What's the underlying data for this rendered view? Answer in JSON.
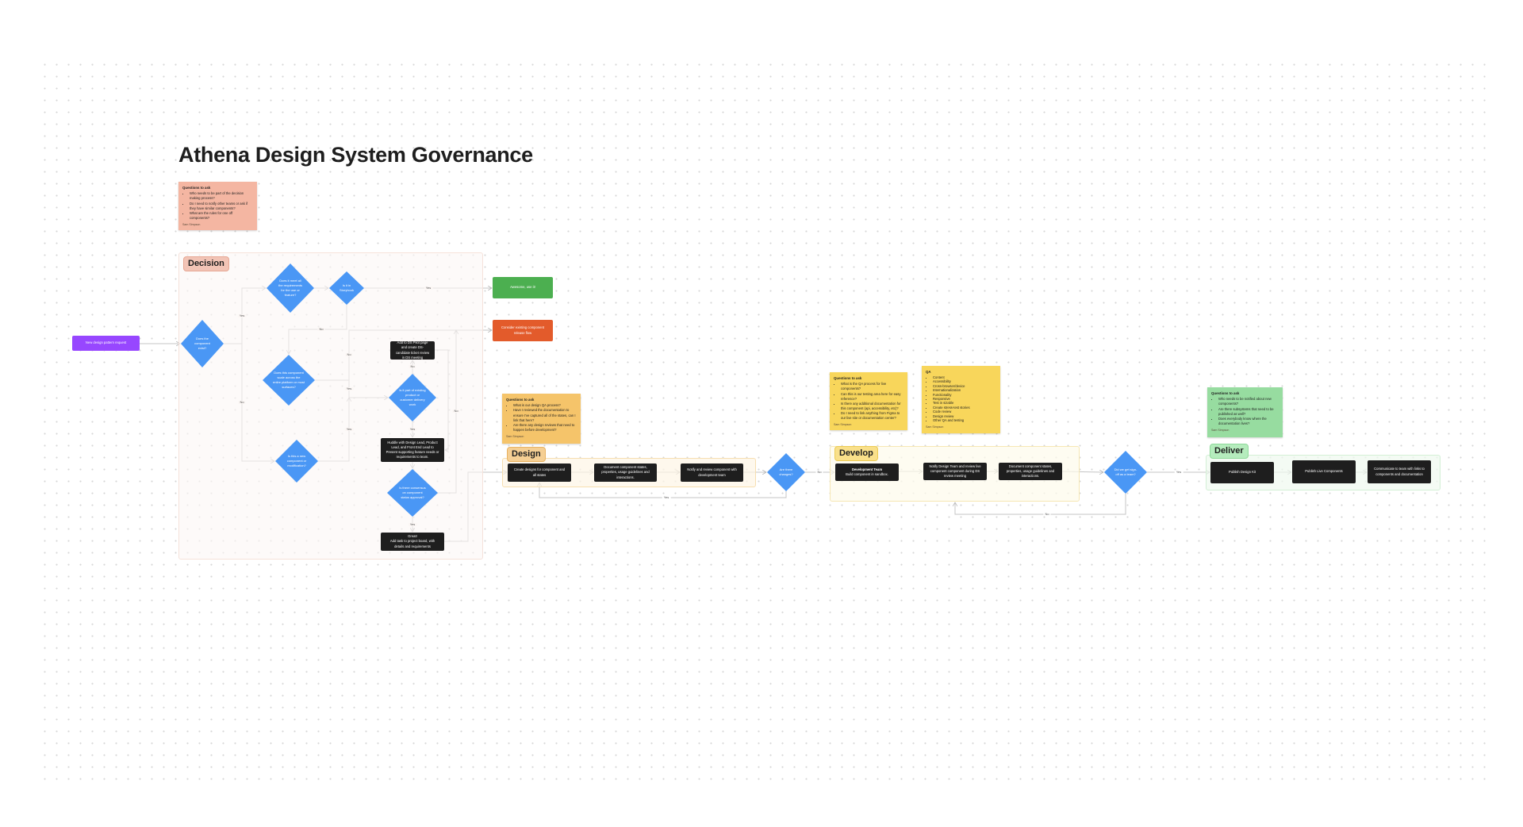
{
  "title": "Athena Design  System Governance",
  "colors": {
    "diamond": "#4a97f5",
    "node": "#1e1e1e",
    "start": "#9747ff",
    "success": "#4caf50",
    "warning": "#e35b2b"
  },
  "edge_labels": {
    "yes": "Yes",
    "no": "No"
  },
  "stickies": [
    {
      "heading": "Questions to ask",
      "items": [
        "Who needs to be part of the decision making process?",
        "Do I need to notify other teams or ask if they have similar components?",
        "What are the rules for one off components?"
      ],
      "author": "Sam Simpson",
      "color": "#f4b6a2"
    },
    {
      "heading": "Questions to ask",
      "items": [
        "What is our design QA process?",
        "Have I reviewed the documentation to ensure I've captured all of the states, can I link that here?",
        "Are there any design reviews that need to happen before development?"
      ],
      "author": "Sam Simpson",
      "color": "#f5c46a"
    },
    {
      "heading": "Questions to ask",
      "items": [
        "What is the QA process for live components?",
        "Can this is our testing area here for easy reference?",
        "Is there any additional documentation for this component (api, accessibility, etc)?",
        "Do I need to link anything from Figma to our live site or documentation center?"
      ],
      "author": "Sam Simpson",
      "color": "#f8d65b"
    },
    {
      "heading": "QA",
      "items": [
        "Content",
        "Accessibility",
        "Cross-browser/device",
        "Internationalization",
        "Functionality",
        "Responsive",
        "Test in sizable",
        "Create stress-test stories",
        "Code review",
        "Design review",
        "Other QA and testing"
      ],
      "author": "Sam Simpson",
      "color": "#f8d65b"
    },
    {
      "heading": "Questions to ask",
      "items": [
        "Who needs to be notified about new components?",
        "Are there subsystems that need to be published as well?",
        "Does everybody know where the documentation lives?"
      ],
      "author": "Sam Simpson",
      "color": "#97dca0"
    }
  ],
  "decision": {
    "label": "Decision",
    "start": "New design pattern request",
    "q_exists": "Does the component exist?",
    "q_requirements": "Does it meet all the requirements for the use or feature?",
    "q_storybook": "Is it in Storybook",
    "awesome": "Awesome, use it!",
    "consider": "Consider existing component release flow",
    "q_scale": "Does this component scale across the entire platform or most surfaces?",
    "add_pilot": "Add to DS Pilot page and create DS-candidate ticket review in DS meeting",
    "q_existing_work": "Is it part of existing product or customer delivery work",
    "q_new": "Is this a new component or modification?",
    "huddle": "Huddle with Design Lead, Product Lead, and Front End Lead to Present supporting feature needs or requirements to team.",
    "q_consensus": "Is there consensus on component status approval?",
    "great_title": "Great!",
    "great": "Add task to project board, with details and requirements"
  },
  "design": {
    "label": "Design",
    "step1": "Create designs for component and all states",
    "step2": "Document component states, properties, usage guidelines and interactions.",
    "step3": "Notify and review component with development team",
    "q_changes": "Are there changes?"
  },
  "develop": {
    "label": "Develop",
    "step1_title": "Development Team",
    "step1": "Build component in sandbox.",
    "step2": "Notify Design Team and review live component component during DS review meeting",
    "step3": "Document component states, properties, usage guidelines and interactions.",
    "q_signoff": "Did we get sign-off as a team?"
  },
  "deliver": {
    "label": "Deliver",
    "step1": "Publish Design Kit",
    "step2": "Publish Live Components",
    "step3": "Communicate to team with links to components and documentation"
  }
}
